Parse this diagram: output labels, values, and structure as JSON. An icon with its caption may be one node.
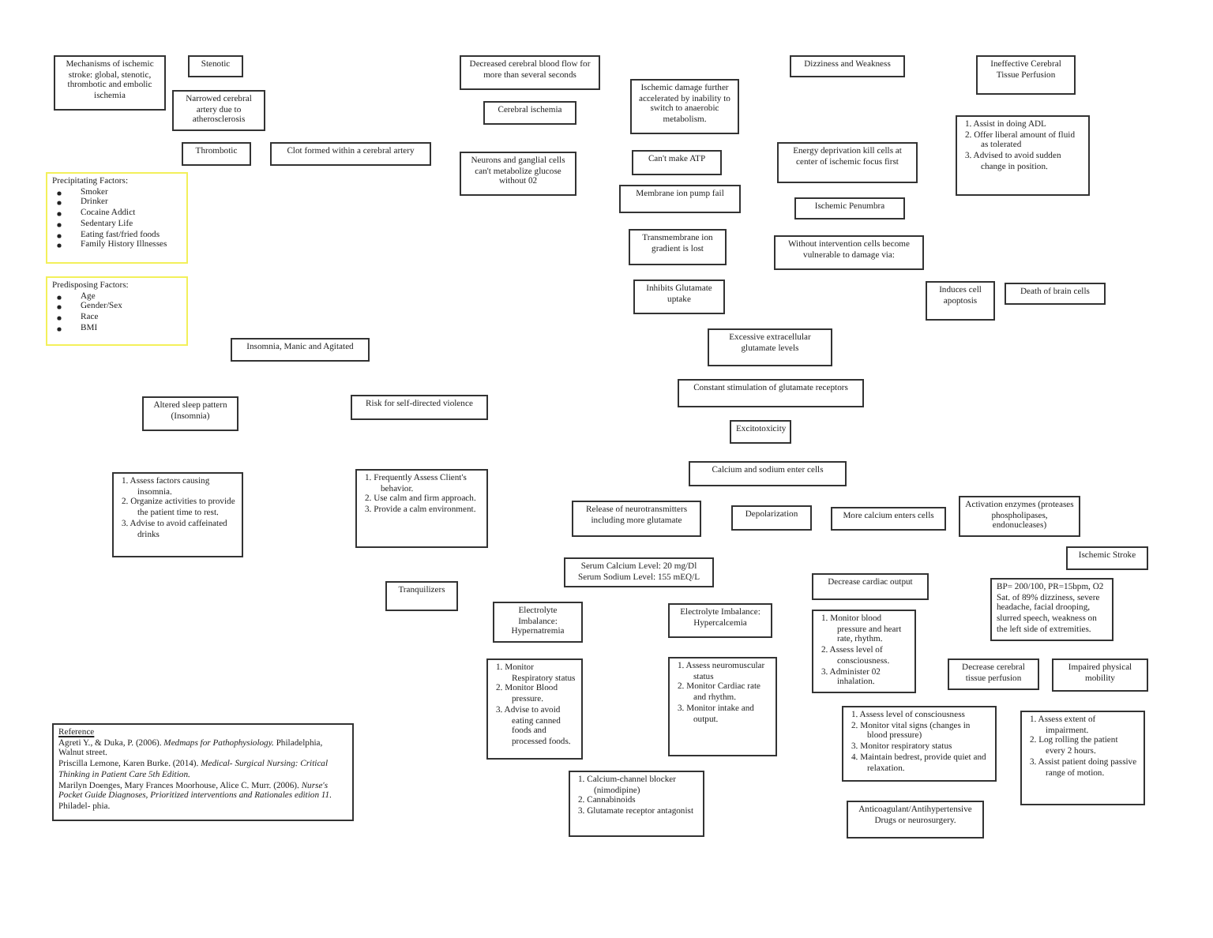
{
  "diagram": {
    "nodes": [
      {
        "text": [
          "Mechanisms of ischemic stroke: global, stenotic, thrombotic and embolic ischemia"
        ]
      },
      {
        "text": [
          "Stenotic"
        ]
      },
      {
        "text": [
          "Narrowed cerebral artery due to atherosclerosis"
        ]
      },
      {
        "text": [
          "Thrombotic"
        ]
      },
      {
        "text": [
          "Clot formed within a cerebral artery"
        ]
      },
      {
        "text": [
          "Precipitating Factors:",
          "Smoker",
          "Drinker",
          "Cocaine Addict",
          "Sedentary Life",
          "Eating fast/fried foods",
          "Family History Illnesses"
        ]
      },
      {
        "text": [
          "Predisposing Factors:",
          "Age",
          "Gender/Sex",
          "Race",
          "BMI"
        ]
      },
      {
        "text": [
          "Insomnia, Manic and Agitated"
        ]
      },
      {
        "text": [
          "Altered sleep pattern (Insomnia)"
        ]
      },
      {
        "text": [
          "1. Assess factors causing insomnia.",
          "2. Organize activities to provide the patient time to rest.",
          "3. Advise to avoid caffeinated drinks"
        ]
      },
      {
        "text": [
          "Risk for self-directed violence"
        ]
      },
      {
        "text": [
          "1. Frequently Assess Client's behavior.",
          "2. Use calm and firm approach.",
          "3. Provide a calm environment."
        ]
      },
      {
        "text": [
          "Tranquilizers"
        ]
      },
      {
        "text": [
          "Reference",
          "Agreti Y., & Duka, P. (2006). *Medmaps for Pathophysiology.* Philadelphia, Walnut street.",
          "Priscilla Lemone, Karen Burke. (2014). *Medical- Surgical Nursing: Critical Thinking in Patient Care 5th Edition.*",
          "Marilyn Doenges, Mary Frances Moorhouse, Alice C. Murr. (2006). *Nurse's Pocket Guide Diagnoses, Prioritized interventions and Rationales edition 11.* Philadel- phia."
        ]
      },
      {
        "text": [
          "Decreased cerebral blood flow for more than several seconds"
        ]
      },
      {
        "text": [
          "Cerebral ischemia"
        ]
      },
      {
        "text": [
          "Neurons and ganglial cells can't metabolize glucose without 02"
        ]
      },
      {
        "text": [
          "Ischemic damage further accelerated by inability to switch to anaerobic metabolism."
        ]
      },
      {
        "text": [
          "Can't make ATP"
        ]
      },
      {
        "text": [
          "Membrane ion pump fail"
        ]
      },
      {
        "text": [
          "Transmembrane ion gradient is lost"
        ]
      },
      {
        "text": [
          "Inhibits Glutamate uptake"
        ]
      },
      {
        "text": [
          "Excessive extracellular glutamate levels"
        ]
      },
      {
        "text": [
          "Constant stimulation of glutamate receptors"
        ]
      },
      {
        "text": [
          "Excitotoxicity"
        ]
      },
      {
        "text": [
          "Calcium and sodium enter cells"
        ]
      },
      {
        "text": [
          "Release of neurotransmitters including more glutamate"
        ]
      },
      {
        "text": [
          "Depolarization"
        ]
      },
      {
        "text": [
          "More calcium enters cells"
        ]
      },
      {
        "text": [
          "Activation enzymes (proteases phospholipases, endonucleases)"
        ]
      },
      {
        "text": [
          "Ischemic Stroke"
        ]
      },
      {
        "text": [
          "Serum Calcium Level: 20 mg/Dl",
          "Serum Sodium Level: 155 mEQ/L"
        ]
      },
      {
        "text": [
          "Electrolyte Imbalance: Hypernatremia"
        ]
      },
      {
        "text": [
          "1. Monitor Respiratory status",
          "2. Monitor Blood pressure.",
          "3. Advise to avoid eating canned foods and processed foods."
        ]
      },
      {
        "text": [
          "Electrolyte Imbalance: Hypercalcemia"
        ]
      },
      {
        "text": [
          "1. Assess neuromuscular status",
          "2. Monitor Cardiac rate and rhythm.",
          "3. Monitor intake and output."
        ]
      },
      {
        "text": [
          "1. Calcium-channel blocker (nimodipine)",
          "2. Cannabinoids",
          "3. Glutamate receptor antagonist"
        ]
      },
      {
        "text": [
          "Dizziness and Weakness"
        ]
      },
      {
        "text": [
          "Ineffective Cerebral Tissue Perfusion"
        ]
      },
      {
        "text": [
          "1. Assist in doing ADL",
          "2. Offer liberal amount of fluid as tolerated",
          "3. Advised to avoid sudden change in position."
        ]
      },
      {
        "text": [
          "Energy deprivation kill cells at center of ischemic focus first"
        ]
      },
      {
        "text": [
          "Ischemic Penumbra"
        ]
      },
      {
        "text": [
          "Without intervention cells become vulnerable to damage via:"
        ]
      },
      {
        "text": [
          "Induces cell apoptosis"
        ]
      },
      {
        "text": [
          "Death of brain cells"
        ]
      },
      {
        "text": [
          "Decrease cardiac output"
        ]
      },
      {
        "text": [
          "1. Monitor blood pressure and heart rate, rhythm.",
          "2. Assess level of consciousness.",
          "3. Administer 02 inhalation."
        ]
      },
      {
        "text": [
          "BP= 200/100, PR=15bpm, O2 Sat. of 89% dizziness, severe headache, facial drooping, slurred speech, weakness on the left side of extremities."
        ]
      },
      {
        "text": [
          "Decrease cerebral tissue perfusion"
        ]
      },
      {
        "text": [
          "Impaired physical mobility"
        ]
      },
      {
        "text": [
          "1. Assess level of consciousness",
          "2. Monitor vital signs (changes in blood pressure)",
          "3. Monitor respiratory status",
          "4. Maintain bedrest, provide quiet and relaxation."
        ]
      },
      {
        "text": [
          "1. Assess extent of impairment.",
          "2. Log rolling the patient every 2 hours.",
          "3. Assist patient doing passive range of motion."
        ]
      },
      {
        "text": [
          "Anticoagulant/Antihypertensive Drugs or neurosurgery."
        ]
      }
    ]
  }
}
